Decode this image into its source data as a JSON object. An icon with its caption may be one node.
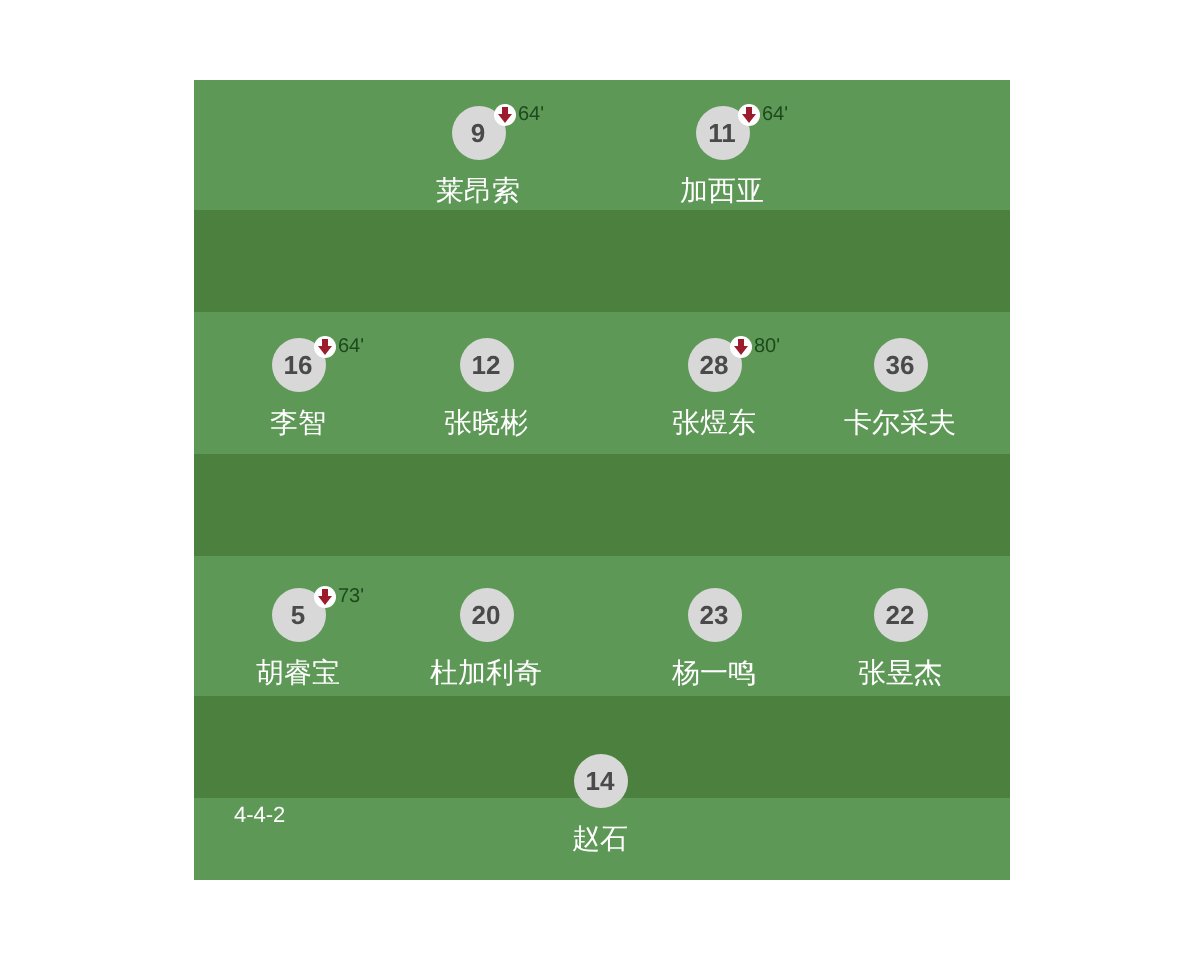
{
  "diagram": {
    "nodes": [
      {
        "text": [
          "9"
        ],
        "beside": [
          "64'",
          "莱昂索"
        ]
      },
      {
        "text": [
          "11"
        ],
        "beside": [
          "64'",
          "加西亚"
        ]
      },
      {
        "text": [
          "16"
        ],
        "beside": [
          "64'",
          "李智"
        ]
      },
      {
        "text": [
          "12"
        ],
        "beside": [
          "张晓彬"
        ]
      },
      {
        "text": [
          "28"
        ],
        "beside": [
          "80'",
          "张煜东"
        ]
      },
      {
        "text": [
          "36"
        ],
        "beside": [
          "卡尔采夫"
        ]
      },
      {
        "text": [
          "5"
        ],
        "beside": [
          "73'",
          "胡睿宝"
        ]
      },
      {
        "text": [
          "20"
        ],
        "beside": [
          "杜加利奇"
        ]
      },
      {
        "text": [
          "23"
        ],
        "beside": [
          "杨一鸣"
        ]
      },
      {
        "text": [
          "22"
        ],
        "beside": [
          "张昱杰"
        ]
      },
      {
        "text": [
          "14"
        ],
        "beside": [
          "赵石"
        ]
      }
    ],
    "labels": [
      "4-4-2"
    ]
  }
}
